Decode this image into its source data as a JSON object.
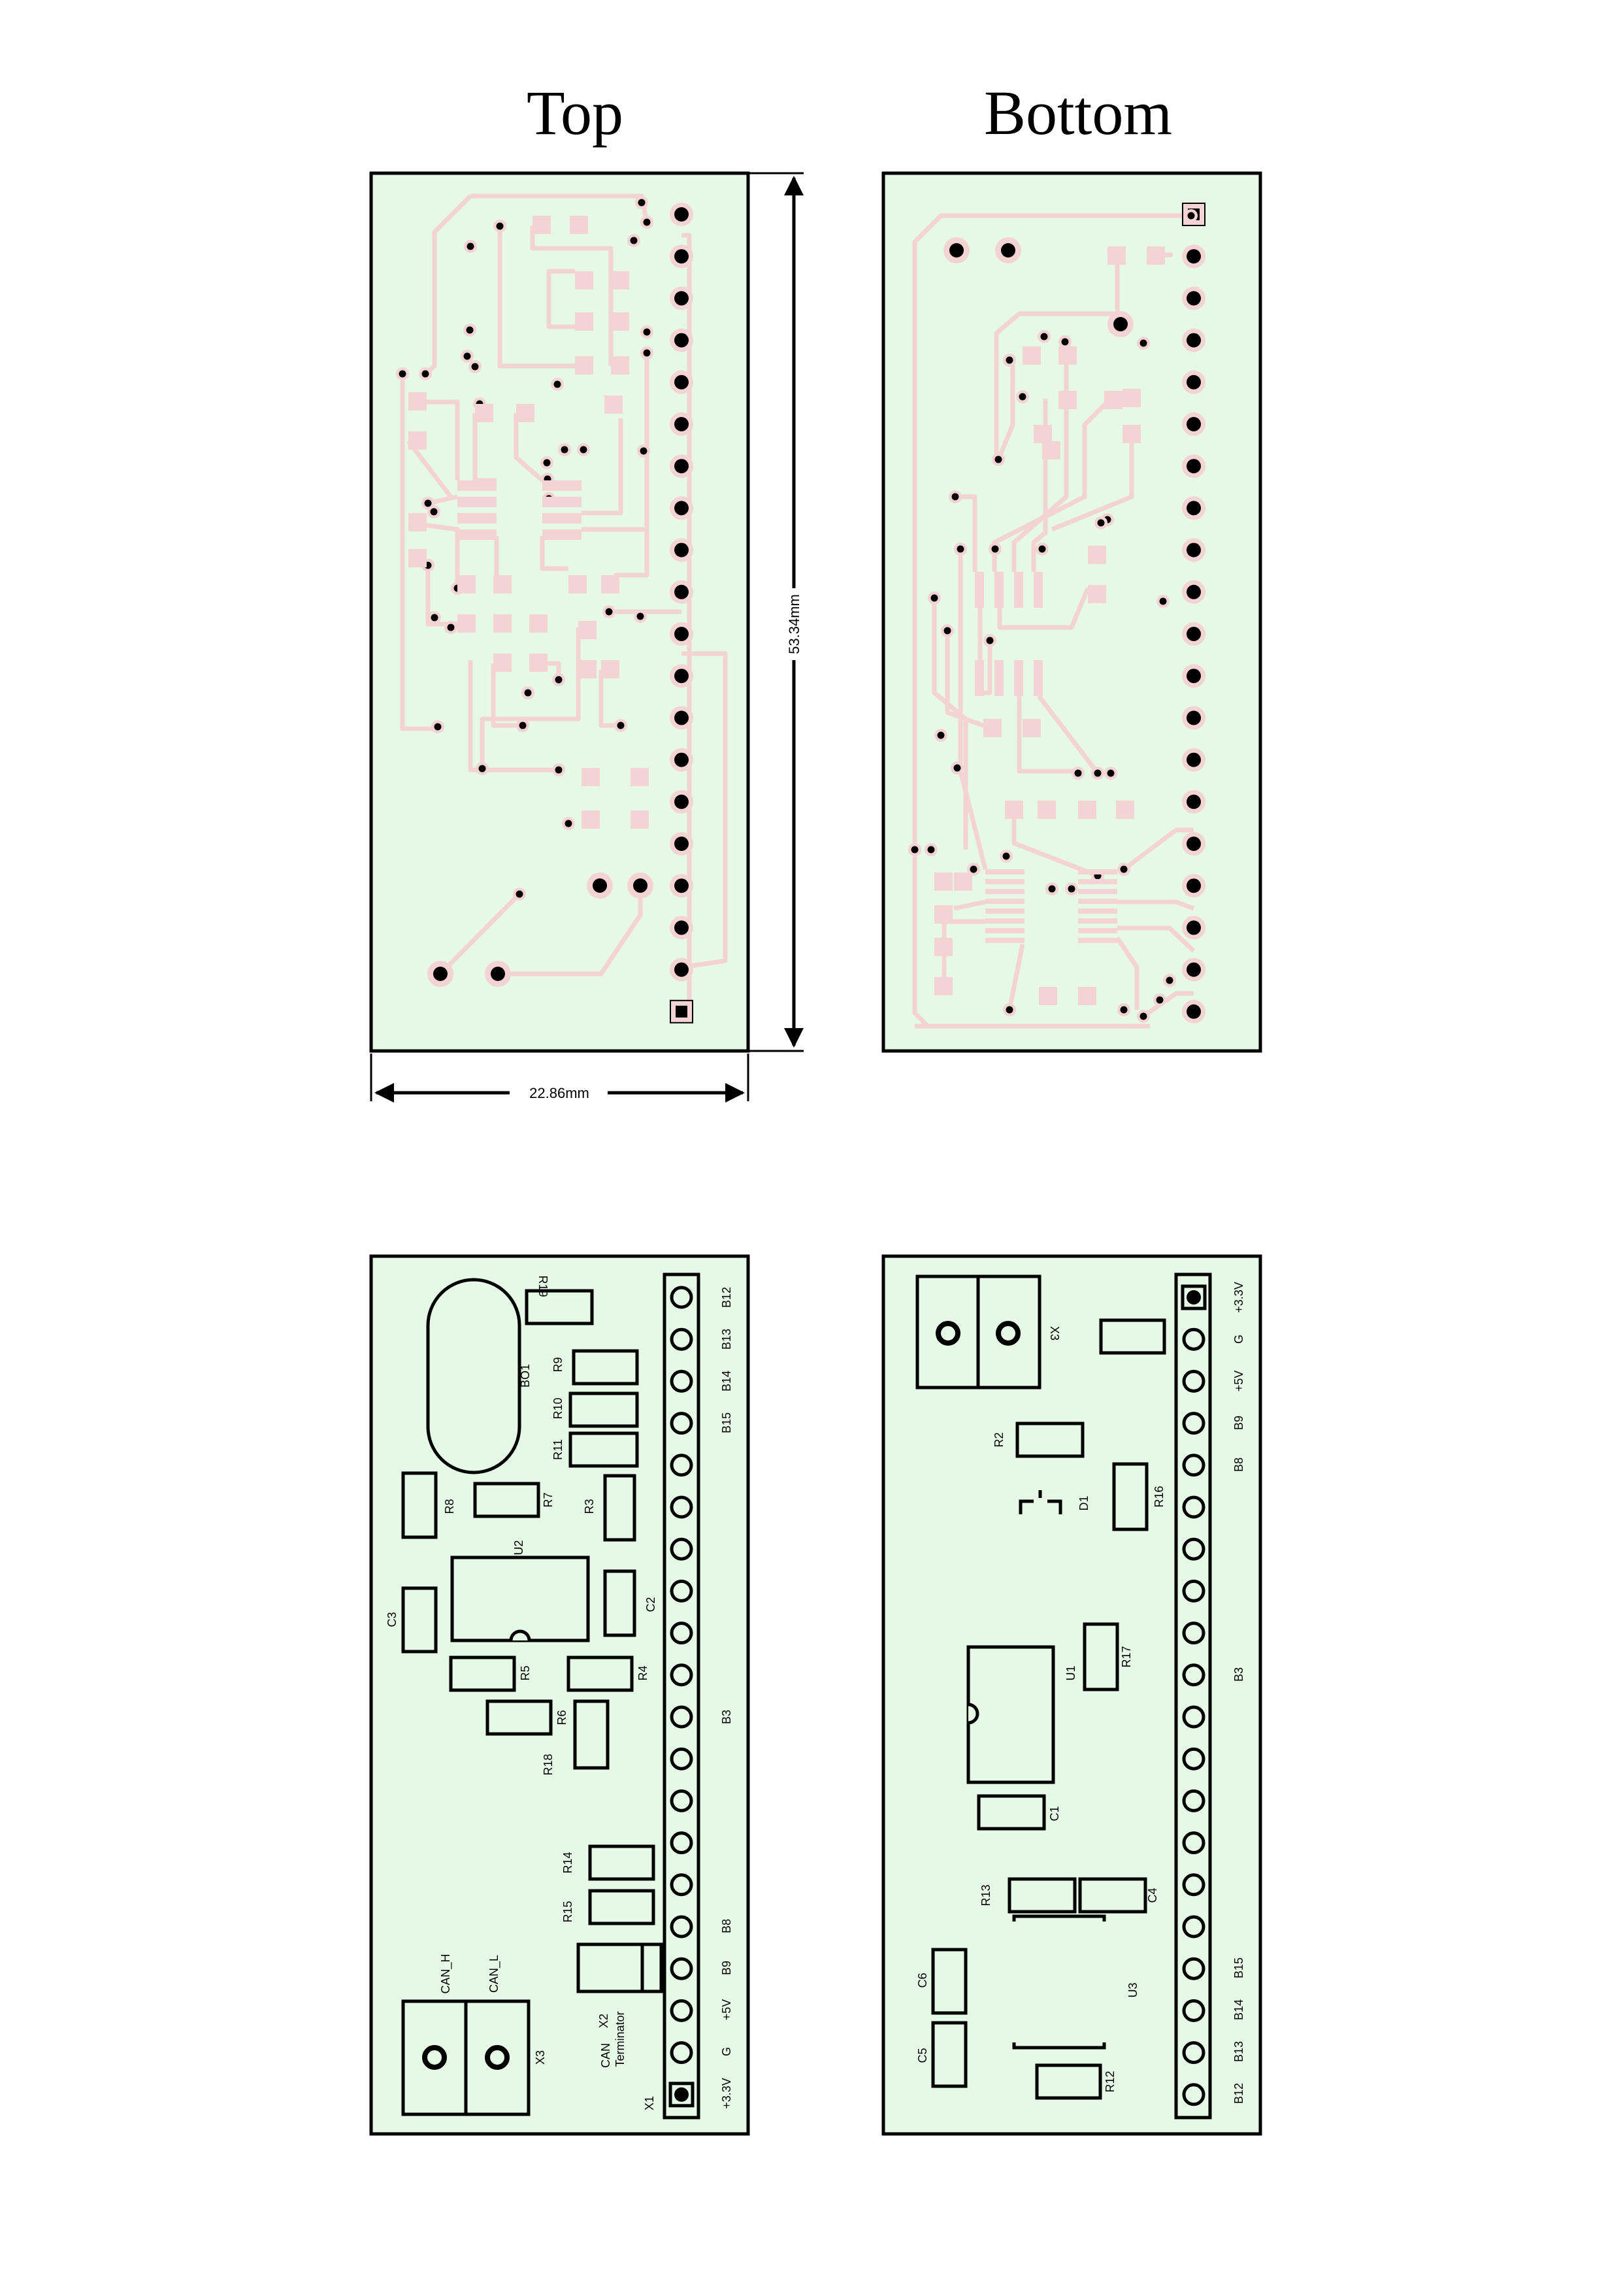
{
  "titles": {
    "top": "Top",
    "bottom": "Bottom"
  },
  "dimensions": {
    "height": "53.34mm",
    "width": "22.86mm"
  },
  "colors": {
    "board": "#e6f8e6",
    "pad": "#f3d3d3",
    "trace": "#f3d3d3",
    "outline": "#000000"
  },
  "top_silk": {
    "components": [
      "R19",
      "BO1",
      "R9",
      "R10",
      "R11",
      "R8",
      "R7",
      "R3",
      "U2",
      "C3",
      "C2",
      "R5",
      "R4",
      "R6",
      "R18",
      "R14",
      "R15",
      "X2",
      "X3",
      "X1"
    ],
    "connector_labels": [
      "CAN_H",
      "CAN_L"
    ],
    "terminator_label_1": "CAN",
    "terminator_label_2": "Terminator",
    "pin_labels": [
      "B12",
      "B13",
      "B14",
      "B15",
      "B3",
      "B8",
      "B9",
      "+5V",
      "G",
      "+3.3V"
    ]
  },
  "bottom_silk": {
    "components": [
      "X3",
      "R2",
      "D1",
      "R16",
      "U1",
      "R17",
      "C1",
      "R13",
      "C4",
      "U3",
      "C6",
      "C5",
      "R12"
    ],
    "pin_labels": [
      "+3.3V",
      "G",
      "+5V",
      "B9",
      "B8",
      "B3",
      "B15",
      "B14",
      "B13",
      "B12"
    ]
  }
}
